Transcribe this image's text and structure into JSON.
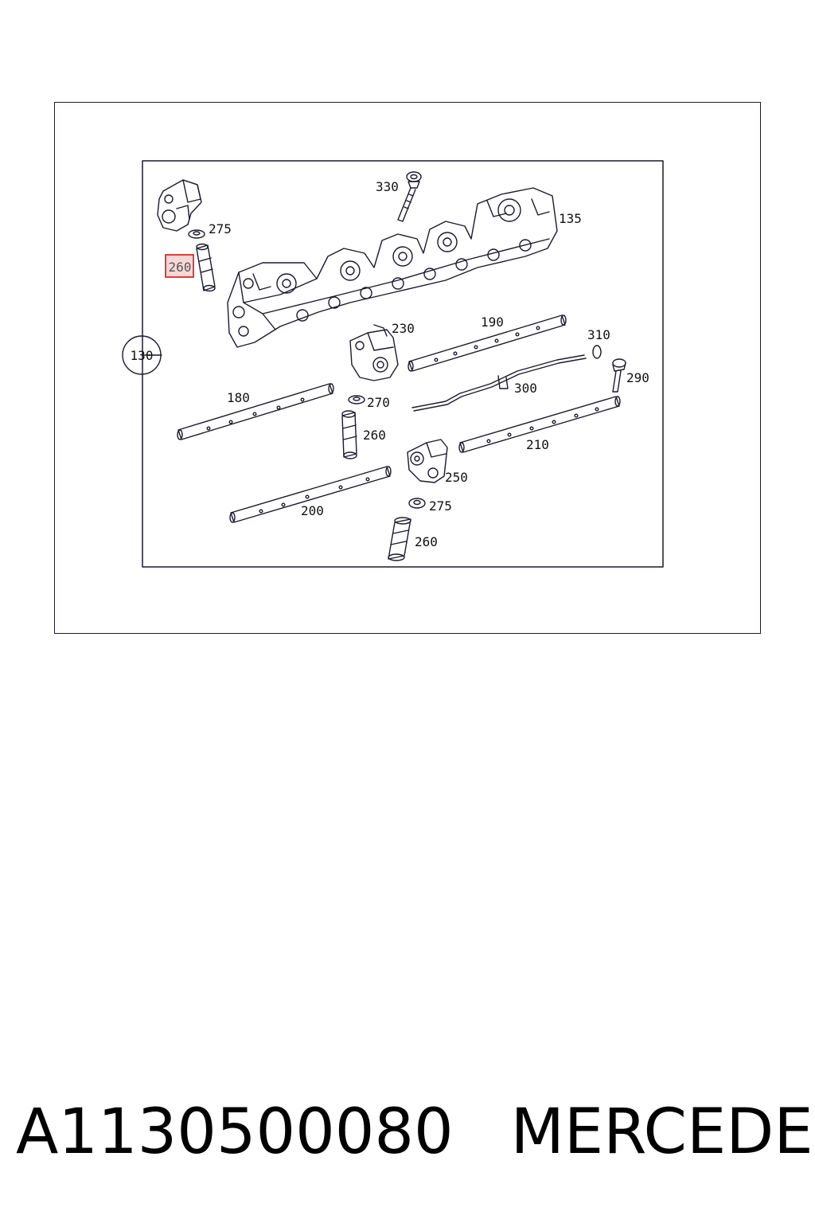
{
  "diagram": {
    "group_callout": "130",
    "highlighted_part": "260",
    "labels": {
      "l330": "330",
      "l135": "135",
      "l275a": "275",
      "l260a": "260",
      "l230": "230",
      "l190": "190",
      "l310": "310",
      "l290": "290",
      "l300": "300",
      "l180": "180",
      "l270": "270",
      "l260b": "260",
      "l210": "210",
      "l250": "250",
      "l200": "200",
      "l275b": "275",
      "l260c": "260"
    }
  },
  "footer": {
    "part_number": "A1130500080",
    "brand": "MERCEDES"
  },
  "colors": {
    "line": "#1a1a2e",
    "highlight_border": "#d92b2b",
    "highlight_fill": "#f7d6d6"
  }
}
